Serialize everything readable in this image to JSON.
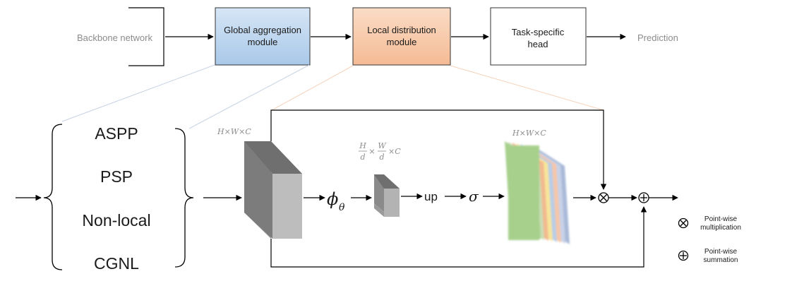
{
  "pipeline": {
    "input_label": "Backbone network",
    "global_module": [
      "Global aggregation",
      "module"
    ],
    "local_module": [
      "Local distribution",
      "module"
    ],
    "head": [
      "Task-specific",
      "head"
    ],
    "output_label": "Prediction"
  },
  "modules": [
    "ASPP",
    "PSP",
    "Non-local",
    "CGNL"
  ],
  "dims": {
    "input": "H×W×C",
    "reduced_h": "H",
    "reduced_w": "W",
    "reduced_d": "d",
    "reduced_c": "×C",
    "output": "H×W×C"
  },
  "ops": {
    "phi": "ϕ",
    "phi_sub": "θ",
    "up": "up",
    "sigma": "σ"
  },
  "legend": {
    "mult": [
      "Point-wise",
      "multiplication"
    ],
    "sum": [
      "Point-wise",
      "summation"
    ]
  },
  "colors": {
    "global_box": "#b8d3ec",
    "local_box": "#f6c8a8",
    "feature_green": "#a8d08d",
    "tensor_gray": "#a6a6a6"
  }
}
